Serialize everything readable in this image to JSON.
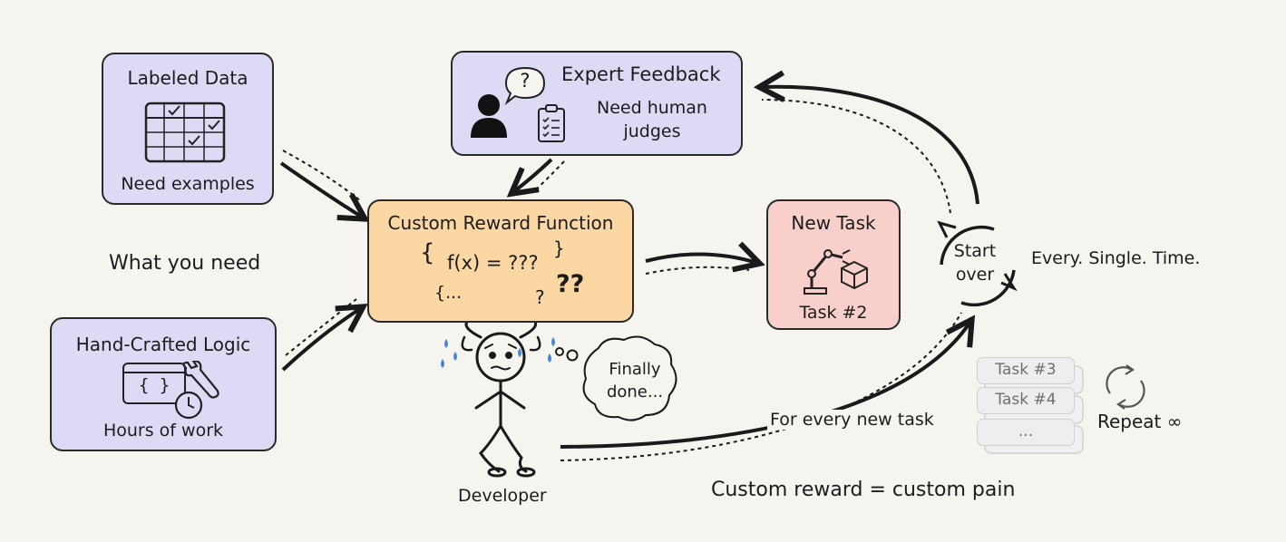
{
  "boxes": {
    "labeled_data": {
      "title": "Labeled Data",
      "caption": "Need examples"
    },
    "hand_crafted": {
      "title": "Hand-Crafted Logic",
      "caption": "Hours of work",
      "code_glyph": "{ }"
    },
    "expert": {
      "title": "Expert Feedback",
      "caption_line1": "Need human",
      "caption_line2": "judges",
      "bubble": "?"
    },
    "reward": {
      "title": "Custom Reward Function",
      "brace_open": "{",
      "formula": "f(x) = ???",
      "brace_close": "}",
      "dots": "{...",
      "q1": "?",
      "q2": "??"
    },
    "new_task": {
      "title": "New Task",
      "caption": "Task #2"
    }
  },
  "labels": {
    "what_you_need": "What you need",
    "developer": "Developer",
    "thought": "Finally done...",
    "thought_line1": "Finally",
    "thought_line2": "done...",
    "start_over_1": "Start",
    "start_over_2": "over",
    "every_single_time": "Every. Single. Time.",
    "for_every_new_task": "For every new task",
    "custom_pain": "Custom reward = custom pain",
    "repeat": "Repeat ∞"
  },
  "task_stack": [
    "Task #3",
    "Task #4",
    "..."
  ],
  "icons": [
    "table-icon",
    "code-wrench-icon",
    "clock-icon",
    "person-icon",
    "speech-bubble-icon",
    "clipboard-icon",
    "robot-arm-icon",
    "cube-icon",
    "cycle-arrows-icon",
    "refresh-icon",
    "stick-figure-icon",
    "thought-bubble-icon"
  ],
  "colors": {
    "purple_box": "#dcdaf5",
    "orange_box": "#fbd7a4",
    "pink_box": "#f9cfcc",
    "ink": "#1c1c1c"
  }
}
